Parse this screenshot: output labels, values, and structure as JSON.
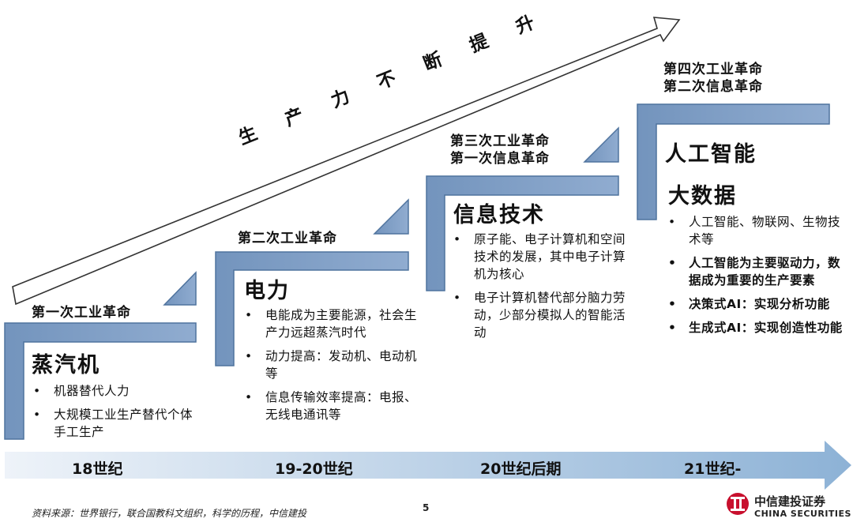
{
  "progress_arrow": {
    "label": "生 产 力 不 断 提 升"
  },
  "stages": [
    {
      "label_lines": [
        "第一次工业革命"
      ],
      "title": "蒸汽机",
      "bullets": [
        "机器替代人力",
        "大规模工业生产替代个体手工生产"
      ],
      "era": "18世纪"
    },
    {
      "label_lines": [
        "第二次工业革命"
      ],
      "title": "电力",
      "bullets": [
        "电能成为主要能源，社会生产力远超蒸汽时代",
        "动力提高：发动机、电动机等",
        "信息传输效率提高：电报、无线电通讯等"
      ],
      "era": "19-20世纪"
    },
    {
      "label_lines": [
        "第三次工业革命",
        "第一次信息革命"
      ],
      "title": "信息技术",
      "bullets": [
        "原子能、电子计算机和空间技术的发展，其中电子计算机为核心",
        "电子计算机替代部分脑力劳动，少部分模拟人的智能活动"
      ],
      "era": "20世纪后期"
    },
    {
      "label_lines": [
        "第四次工业革命",
        "第二次信息革命"
      ],
      "title": "人工智能",
      "subtitle": "大数据",
      "bullets": [
        "人工智能、物联网、生物技术等",
        "人工智能为主要驱动力，数据成为重要的生产要素",
        "决策式AI：实现分析功能",
        "生成式AI：实现创造性功能"
      ],
      "era": "21世纪-"
    }
  ],
  "footer": {
    "source": "资料来源：世界银行，联合国教科文组织，科学的历程，中信建投",
    "page_number": "5",
    "logo_cn": "中信建投证券",
    "logo_en": "CHINA SECURITIES"
  },
  "colors": {
    "step_fill": "#7f9fc4",
    "step_stroke": "#4a6f9a",
    "timeline_start": "#f2f6fb",
    "timeline_end": "#8fb3d6",
    "logo_red": "#c8102e"
  }
}
